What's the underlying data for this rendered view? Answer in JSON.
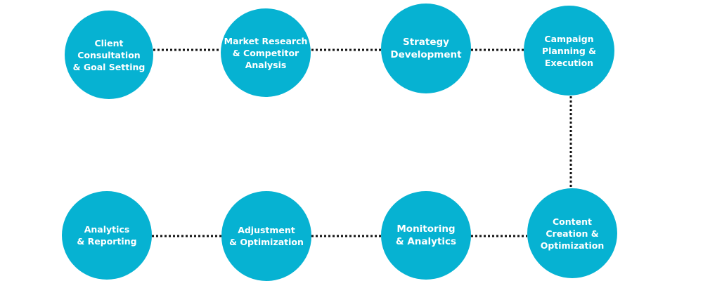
{
  "colors": {
    "node_fill": "#06b2d2",
    "node_text": "#ffffff",
    "connector": "#111111"
  },
  "steps": [
    {
      "id": "client-consultation",
      "label": "Client\nConsultation\n& Goal Setting"
    },
    {
      "id": "market-research",
      "label": "Market Research\n& Competitor\nAnalysis"
    },
    {
      "id": "strategy-development",
      "label": "Strategy\nDevelopment"
    },
    {
      "id": "campaign-planning",
      "label": "Campaign\nPlanning &\nExecution"
    },
    {
      "id": "content-creation",
      "label": "Content\nCreation &\nOptimization"
    },
    {
      "id": "monitoring-analytics",
      "label": "Monitoring\n& Analytics"
    },
    {
      "id": "adjustment-optimization",
      "label": "Adjustment\n& Optimization"
    },
    {
      "id": "analytics-reporting",
      "label": "Analytics\n& Reporting"
    }
  ]
}
